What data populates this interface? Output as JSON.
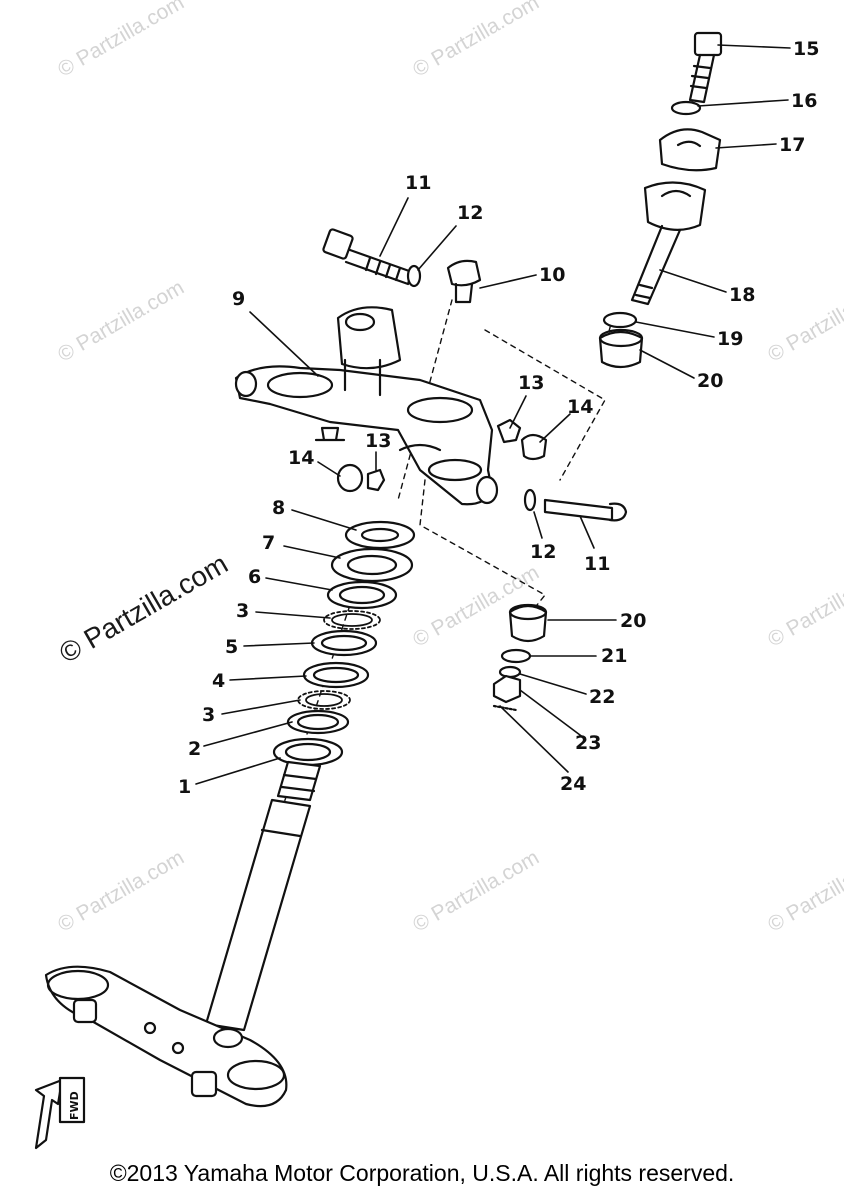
{
  "watermarks": {
    "small": "© Partzilla.com",
    "big": "© Partzilla.com"
  },
  "callouts": {
    "c1": "1",
    "c2": "2",
    "c3a": "3",
    "c3b": "3",
    "c4": "4",
    "c5": "5",
    "c6": "6",
    "c7": "7",
    "c8": "8",
    "c9": "9",
    "c10": "10",
    "c11a": "11",
    "c11b": "11",
    "c12a": "12",
    "c12b": "12",
    "c13a": "13",
    "c13b": "13",
    "c14a": "14",
    "c14b": "14",
    "c15": "15",
    "c16": "16",
    "c17": "17",
    "c18": "18",
    "c19": "19",
    "c20a": "20",
    "c20b": "20",
    "c21": "21",
    "c22": "22",
    "c23": "23",
    "c24": "24"
  },
  "fwd_label": "FWD",
  "copyright": "©2013 Yamaha Motor Corporation, U.S.A. All rights reserved."
}
